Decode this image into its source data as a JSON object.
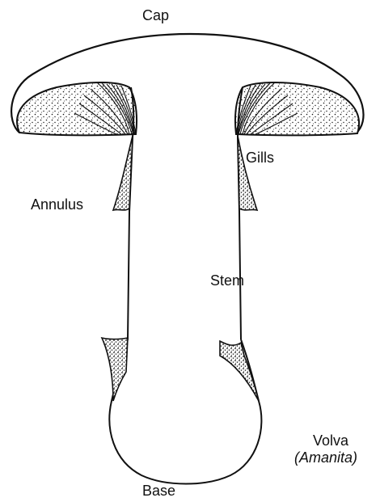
{
  "labels": {
    "cap": "Cap",
    "gills": "Gills",
    "annulus": "Annulus",
    "stem": "Stem",
    "volva": "Volva",
    "volva_genus": "(Amanita)",
    "base": "Base"
  },
  "colors": {
    "ink": "#111111",
    "background": "#ffffff"
  }
}
